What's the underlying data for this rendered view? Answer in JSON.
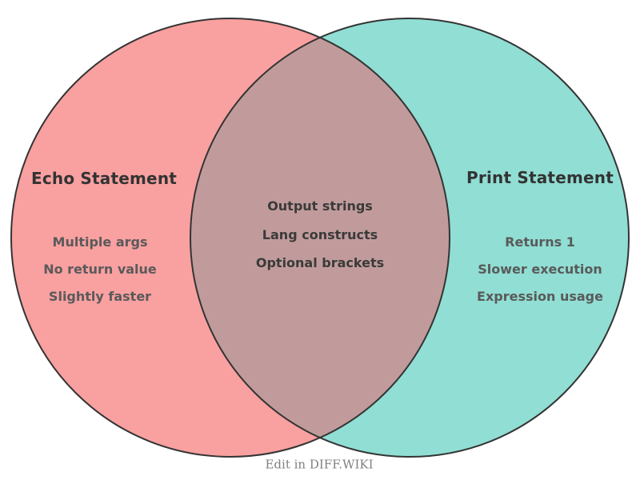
{
  "colors": {
    "left_fill": "#F9A0A0",
    "right_fill": "#90DED4",
    "overlap_fill": "#C19B9B",
    "circle_stroke": "#343434",
    "title_color": "#333333",
    "item_color": "#5A5A5A",
    "overlap_item_color": "#3A3A3A",
    "caption_color": "#808080",
    "background": "#FFFFFF"
  },
  "venn": {
    "left": {
      "title": "Echo Statement",
      "items": [
        "Multiple args",
        "No return value",
        "Slightly faster"
      ]
    },
    "right": {
      "title": "Print Statement",
      "items": [
        "Returns 1",
        "Slower execution",
        "Expression usage"
      ]
    },
    "overlap": {
      "items": [
        "Output strings",
        "Lang constructs",
        "Optional brackets"
      ]
    }
  },
  "caption": "Edit in DIFF.WIKI"
}
